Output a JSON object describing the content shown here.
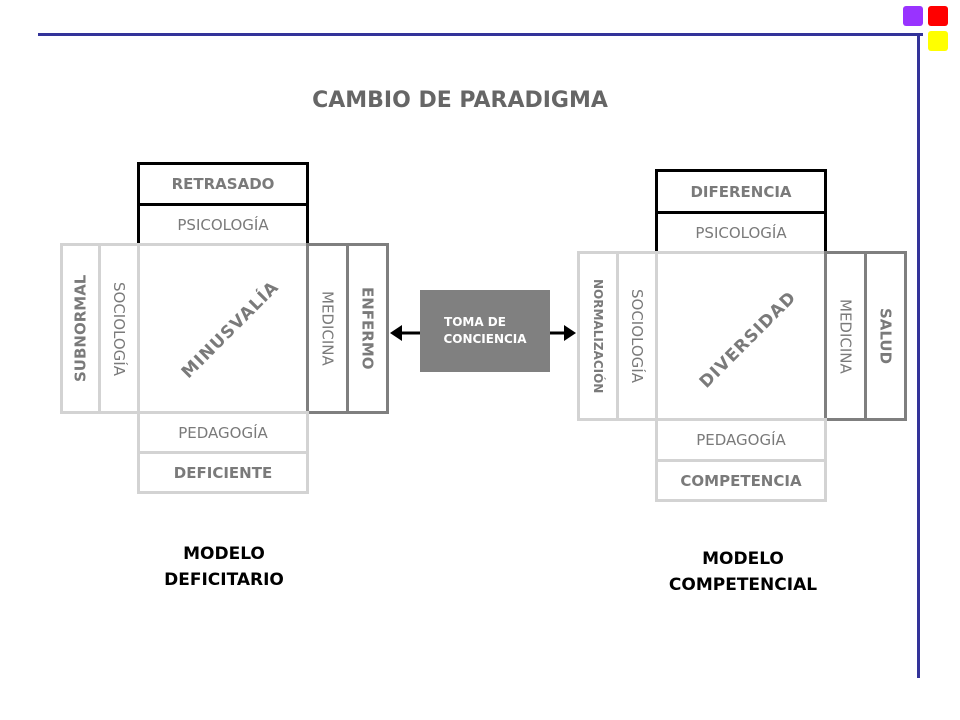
{
  "title": "CAMBIO DE PARADIGMA",
  "colors": {
    "accent_line": "#333399",
    "sq_purple": "#9933ff",
    "sq_red": "#ff0000",
    "sq_yellow": "#ffff00"
  },
  "left_model": {
    "top_bold": "RETRASADO",
    "top": "PSICOLOGÍA",
    "center": "MINUSVALÍA",
    "left_outer": "SUBNORMAL",
    "left_inner": "SOCIOLOGÍA",
    "right_inner": "MEDICINA",
    "right_outer": "ENFERMO",
    "bottom": "PEDAGOGÍA",
    "bottom_bold": "DEFICIENTE",
    "label_line1": "MODELO",
    "label_line2": "DEFICITARIO"
  },
  "middle": {
    "line1": "TOMA DE",
    "line2": "CONCIENCIA"
  },
  "right_model": {
    "top_bold": "DIFERENCIA",
    "top": "PSICOLOGÍA",
    "center": "DIVERSIDAD",
    "left_outer": "NORMALIZACIÓN",
    "left_inner": "SOCIOLOGÍA",
    "right_inner": "MEDICINA",
    "right_outer": "SALUD",
    "bottom": "PEDAGOGÍA",
    "bottom_bold": "COMPETENCIA",
    "label_line1": "MODELO",
    "label_line2": "COMPETENCIAL"
  }
}
